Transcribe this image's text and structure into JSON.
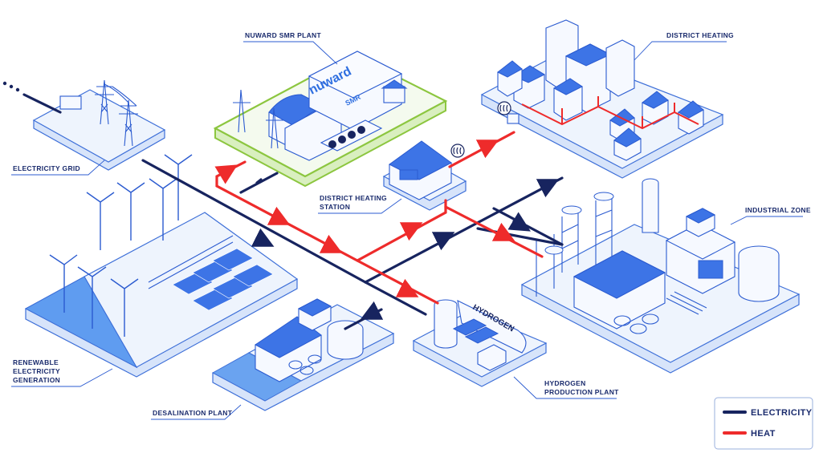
{
  "labels": {
    "nuward_plant": "NUWARD SMR PLANT",
    "district_heating": "DISTRICT HEATING",
    "electricity_grid": "ELECTRICITY GRID",
    "dh_station_line1": "DISTRICT HEATING",
    "dh_station_line2": "STATION",
    "industrial_zone": "INDUSTRIAL ZONE",
    "renewable_line1": "RENEWABLE",
    "renewable_line2": "ELECTRICITY",
    "renewable_line3": "GENERATION",
    "hydrogen_line1": "HYDROGEN",
    "hydrogen_line2": "PRODUCTION PLANT",
    "desalination": "DESALINATION PLANT"
  },
  "signage": {
    "nuward_logo": "nuward",
    "nuward_smr": "SMR",
    "hydrogen_tank": "HYDROGEN"
  },
  "legend": {
    "electricity": "ELECTRICITY",
    "heat": "HEAT"
  },
  "colors": {
    "electricity": "#17245f",
    "heat": "#ee2b2b",
    "accent_blue": "#2f6fe0",
    "nuward_green": "#8cc63f"
  },
  "icons": {
    "heat_waves": "heat-waves-icon",
    "flow_arrow": "flow-arrow-icon"
  }
}
